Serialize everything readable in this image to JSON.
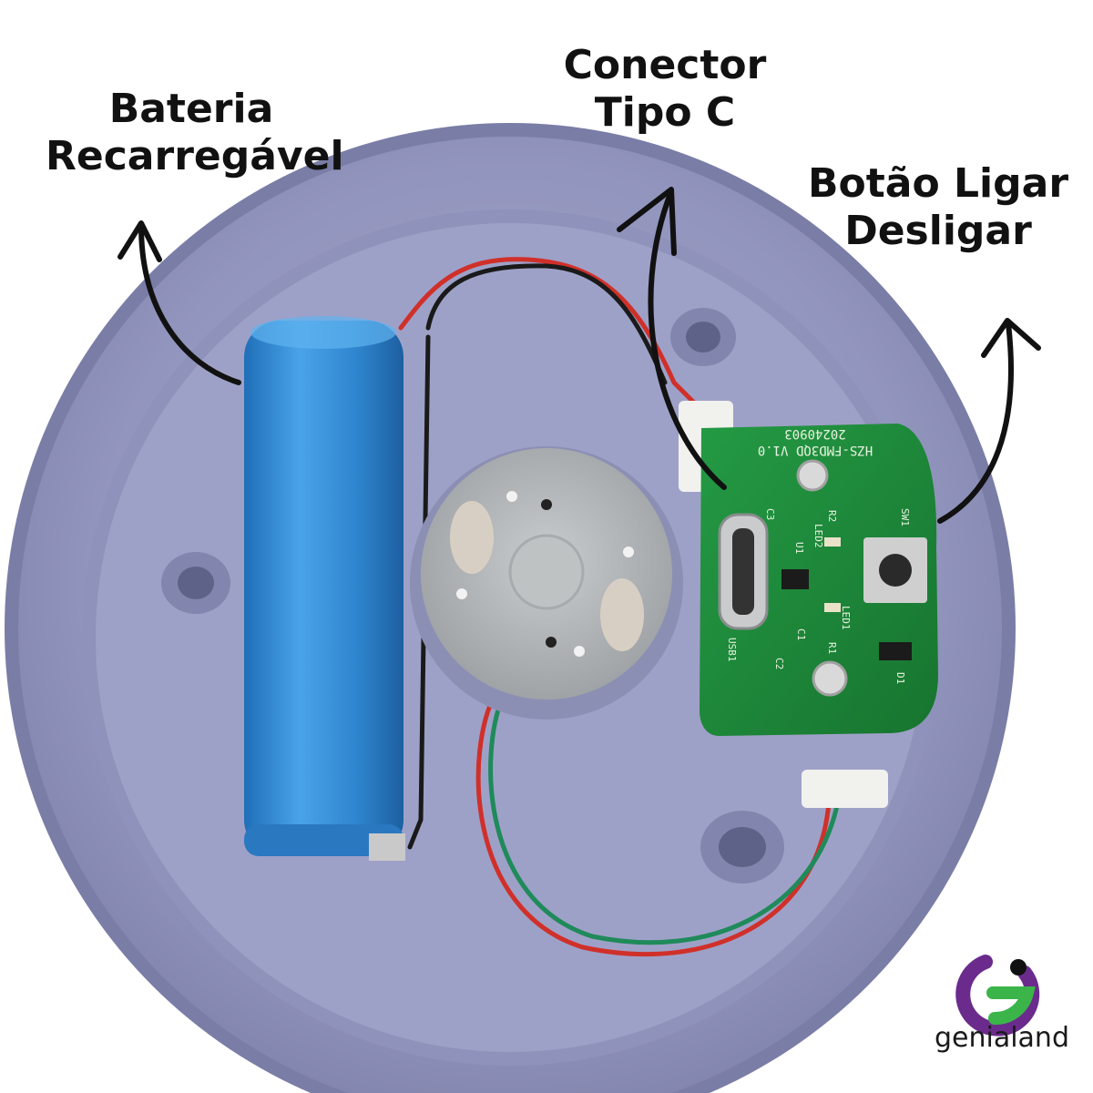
{
  "labels": {
    "battery": {
      "line1": "Bateria",
      "line2": "Recarregável"
    },
    "connector": {
      "line1": "Conector",
      "line2": "Tipo C"
    },
    "switch": {
      "line1": "Botão Ligar",
      "line2": "Desligar"
    }
  },
  "pcb": {
    "model": "HZS-FMD3QD V1.0",
    "date": "20240903",
    "silkscreen": [
      "C3",
      "R2",
      "SW1",
      "LED2",
      "U1",
      "LED1",
      "R1",
      "USB1",
      "C2",
      "C1",
      "D1"
    ]
  },
  "brand": {
    "name": "genialand"
  },
  "colors": {
    "housing": "#8d90b8",
    "battery": "#3a8fd4",
    "pcb": "#1f8a3c",
    "arrow": "#111111",
    "brand_purple": "#6a2b8c",
    "brand_green": "#3bb54a"
  }
}
